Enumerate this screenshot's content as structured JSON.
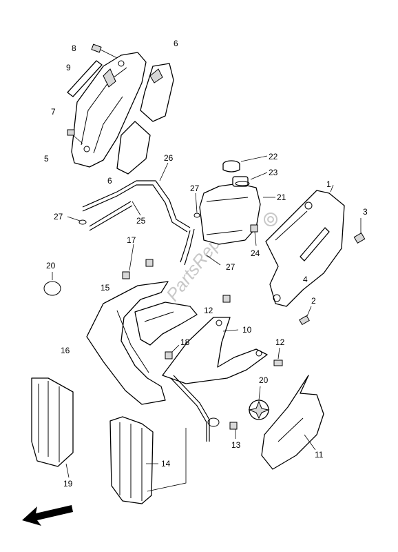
{
  "callouts": {
    "c1": "1",
    "c2": "2",
    "c3": "3",
    "c4": "4",
    "c5": "5",
    "c6a": "6",
    "c6b": "6",
    "c7": "7",
    "c8": "8",
    "c9": "9",
    "c10": "10",
    "c11": "11",
    "c12a": "12",
    "c12b": "12",
    "c13": "13",
    "c14": "14",
    "c15": "15",
    "c16": "16",
    "c17": "17",
    "c18": "18",
    "c19": "19",
    "c20a": "20",
    "c20b": "20",
    "c21": "21",
    "c22": "22",
    "c23": "23",
    "c24": "24",
    "c25": "25",
    "c26": "26",
    "c27a": "27",
    "c27b": "27",
    "c27c": "27"
  },
  "watermark": "PartsRepublik",
  "icons": {
    "direction": "front-direction-arrow-icon",
    "logo": "gear-icon"
  }
}
